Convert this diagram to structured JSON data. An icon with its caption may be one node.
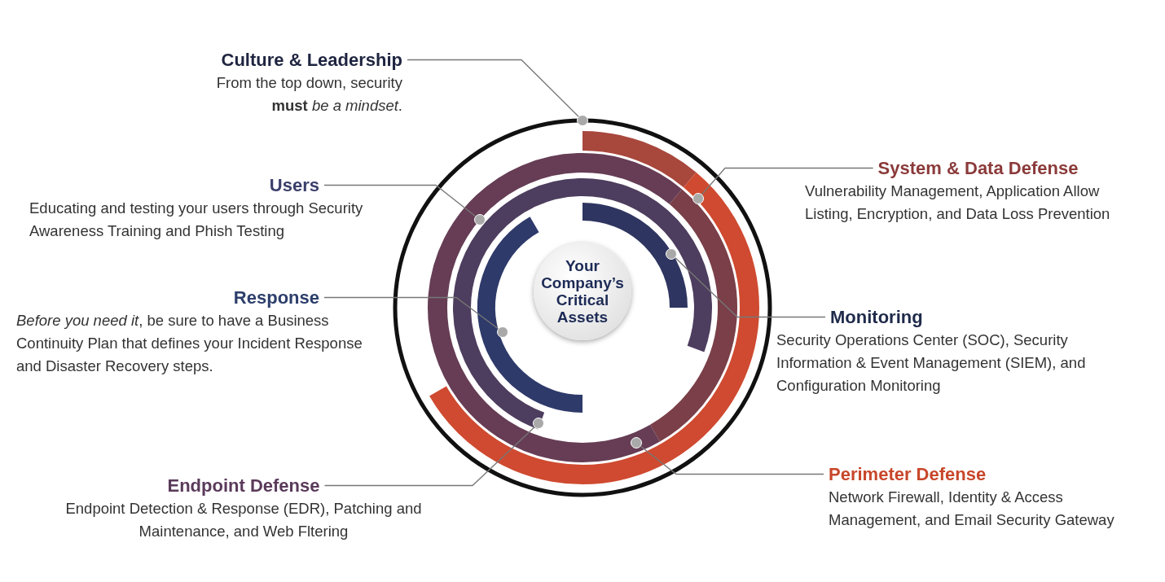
{
  "diagram": {
    "nodes": [
      {
        "text": [
          "Culture & Leadership",
          "From the top down, security **must** *be a mindset*."
        ]
      },
      {
        "text": [
          "Users",
          "Educating and testing your users through Security Awareness Training and Phish Testing"
        ]
      },
      {
        "text": [
          "Response",
          "*Before you need it*, be sure to have a Business Continuity Plan that defines your Incident Response and Disaster Recovery steps."
        ]
      },
      {
        "text": [
          "Endpoint Defense",
          "Endpoint Detection & Response (EDR), Patching and Maintenance, and Web Fltering"
        ]
      },
      {
        "text": [
          "System & Data Defense",
          "Vulnerability Management, Application Allow Listing, Encryption, and Data Loss Prevention"
        ]
      },
      {
        "text": [
          "Monitoring",
          "Security Operations Center (SOC), Security Information & Event Management (SIEM), and Configuration Monitoring"
        ]
      },
      {
        "text": [
          "Perimeter Defense",
          "Network Firewall, Identity & Access Management, and Email Security Gateway"
        ]
      },
      {
        "text": [
          "Your Company’s Critical Assets"
        ]
      }
    ],
    "edges": [
      {
        "from": 0,
        "to": null,
        "arrow": "other"
      },
      {
        "from": 1,
        "to": null,
        "arrow": "other"
      },
      {
        "from": 2,
        "to": null,
        "arrow": "other"
      },
      {
        "from": 3,
        "to": null,
        "arrow": "other"
      },
      {
        "from": 4,
        "to": null,
        "arrow": "other"
      },
      {
        "from": 5,
        "to": null,
        "arrow": "other"
      },
      {
        "from": 6,
        "to": null,
        "arrow": "other"
      }
    ]
  }
}
